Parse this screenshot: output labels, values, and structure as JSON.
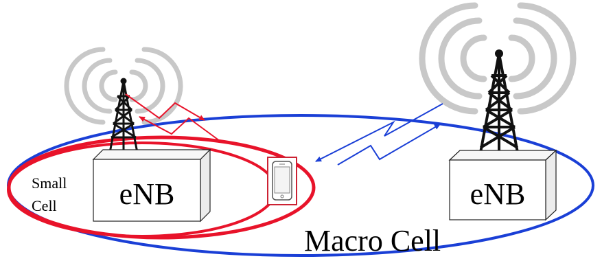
{
  "labels": {
    "small_enb": "eNB",
    "macro_enb": "eNB",
    "small_cell_line1": "Small",
    "small_cell_line2": "Cell",
    "macro_cell": "Macro Cell"
  },
  "colors": {
    "macro_cell": "#1a3fd6",
    "small_cell": "#e8132a",
    "macro_link": "#1a3fd6",
    "small_link": "#e8132a",
    "tower": "#111111",
    "signal_waves": "#c8c8c8",
    "enb_box_front": "#ffffff",
    "enb_box_side": "#f2f2f2",
    "phone_frame": "#cc2233"
  },
  "icons": {
    "small_tower": "cell-tower-icon",
    "macro_tower": "cell-tower-icon",
    "phone": "smartphone-icon"
  }
}
